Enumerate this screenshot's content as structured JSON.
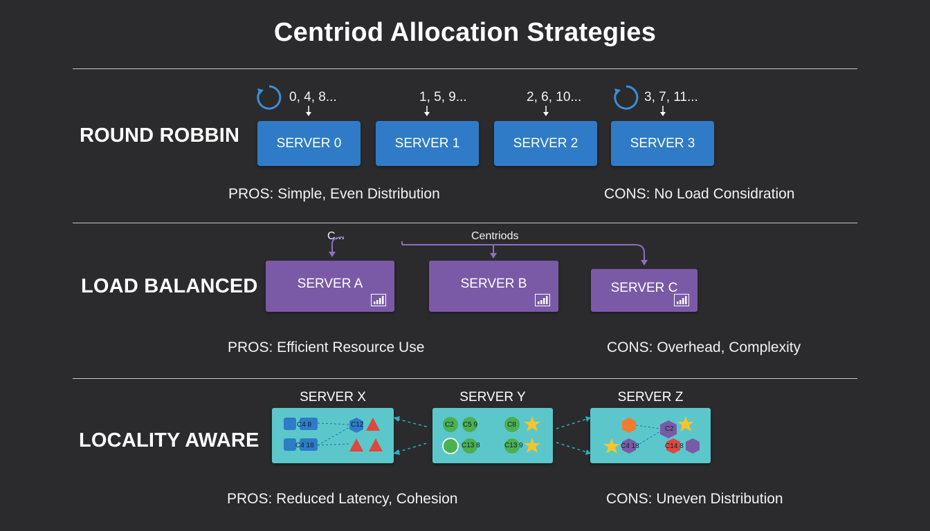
{
  "title": "Centriod Allocation Strategies",
  "sections": {
    "round_robin": {
      "label": "ROUND ROBBIN",
      "servers": [
        {
          "name": "SERVER 0",
          "indices": "0, 4, 8..."
        },
        {
          "name": "SERVER 1",
          "indices": "1, 5, 9..."
        },
        {
          "name": "SERVER 2",
          "indices": "2, 6, 10..."
        },
        {
          "name": "SERVER 3",
          "indices": "3, 7, 11..."
        }
      ],
      "pros": "PROS: Simple, Even Distribution",
      "cons": "CONS: No Load Considration"
    },
    "load_balanced": {
      "label": "LOAD BALANCED",
      "caption_left": "C...",
      "caption_center": "Centriods",
      "servers": [
        {
          "name": "SERVER A"
        },
        {
          "name": "SERVER B"
        },
        {
          "name": "SERVER C"
        }
      ],
      "pros": "PROS: Efficient Resource Use",
      "cons": "CONS: Overhead, Complexity"
    },
    "locality_aware": {
      "label": "LOCALITY AWARE",
      "servers": [
        {
          "name": "SERVER X",
          "chips": [
            "C4 8",
            "C4 18",
            "C12"
          ]
        },
        {
          "name": "SERVER Y",
          "chips": [
            "C2",
            "C5 9",
            "C13 8",
            "C8",
            "C13 9"
          ]
        },
        {
          "name": "SERVER Z",
          "chips": [
            "C2",
            "C4 18",
            "C14 8"
          ]
        }
      ],
      "pros": "PROS: Reduced Latency, Cohesion",
      "cons": "CONS: Uneven Distribution"
    }
  },
  "colors": {
    "background": "#2b2b2d",
    "round_robin_box": "#2f7bc7",
    "load_balanced_box": "#7a5aa6",
    "locality_box": "#5bc7cb",
    "cycle_icon": "#3a8fd6"
  },
  "icons": [
    "cycle-arrow-icon",
    "down-arrow-icon",
    "bar-chart-icon",
    "dashed-link-arrow"
  ]
}
